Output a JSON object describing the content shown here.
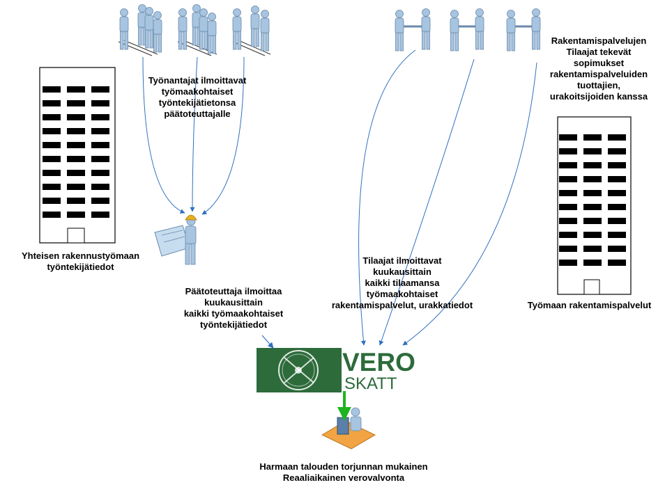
{
  "labels": {
    "employers_report": "Työnantajat ilmoittavat\ntyömaakohtaiset\ntyöntekijätietonsa\npäätoteuttajalle",
    "clients_contract": "Rakentamispalvelujen\nTilaajat tekevät\nsopimukset\nrakentamispalveluiden\ntuottajien,\nurakoitsijoiden kanssa",
    "shared_site_workers": "Yhteisen rakennustyömaan\ntyöntekijätiedot",
    "site_construction_services": "Työmaan rakentamispalvelut",
    "main_contractor_reports": "Päätoteuttaja ilmoittaa\nkuukausittain\nkaikki työmaakohtaiset\ntyöntekijätiedot",
    "clients_report": "Tilaajat ilmoittavat\nkuukausittain\nkaikki tilaamansa\ntyömaakohtaiset\nrakentamispalvelut, urakkatiedot",
    "real_time_control": "Harmaan talouden torjunnan mukainen\nReaaliaikainen verovalvonta"
  },
  "logo": {
    "line1": "VERO",
    "line2": "SKATT"
  },
  "colors": {
    "figure": "#a7c4e0",
    "figure_stroke": "#6a8aaa",
    "arrow_blue": "#2f6fc0",
    "arrow_green": "#1fb41f",
    "logo_bg": "#2d6b3b",
    "window": "#000000"
  }
}
